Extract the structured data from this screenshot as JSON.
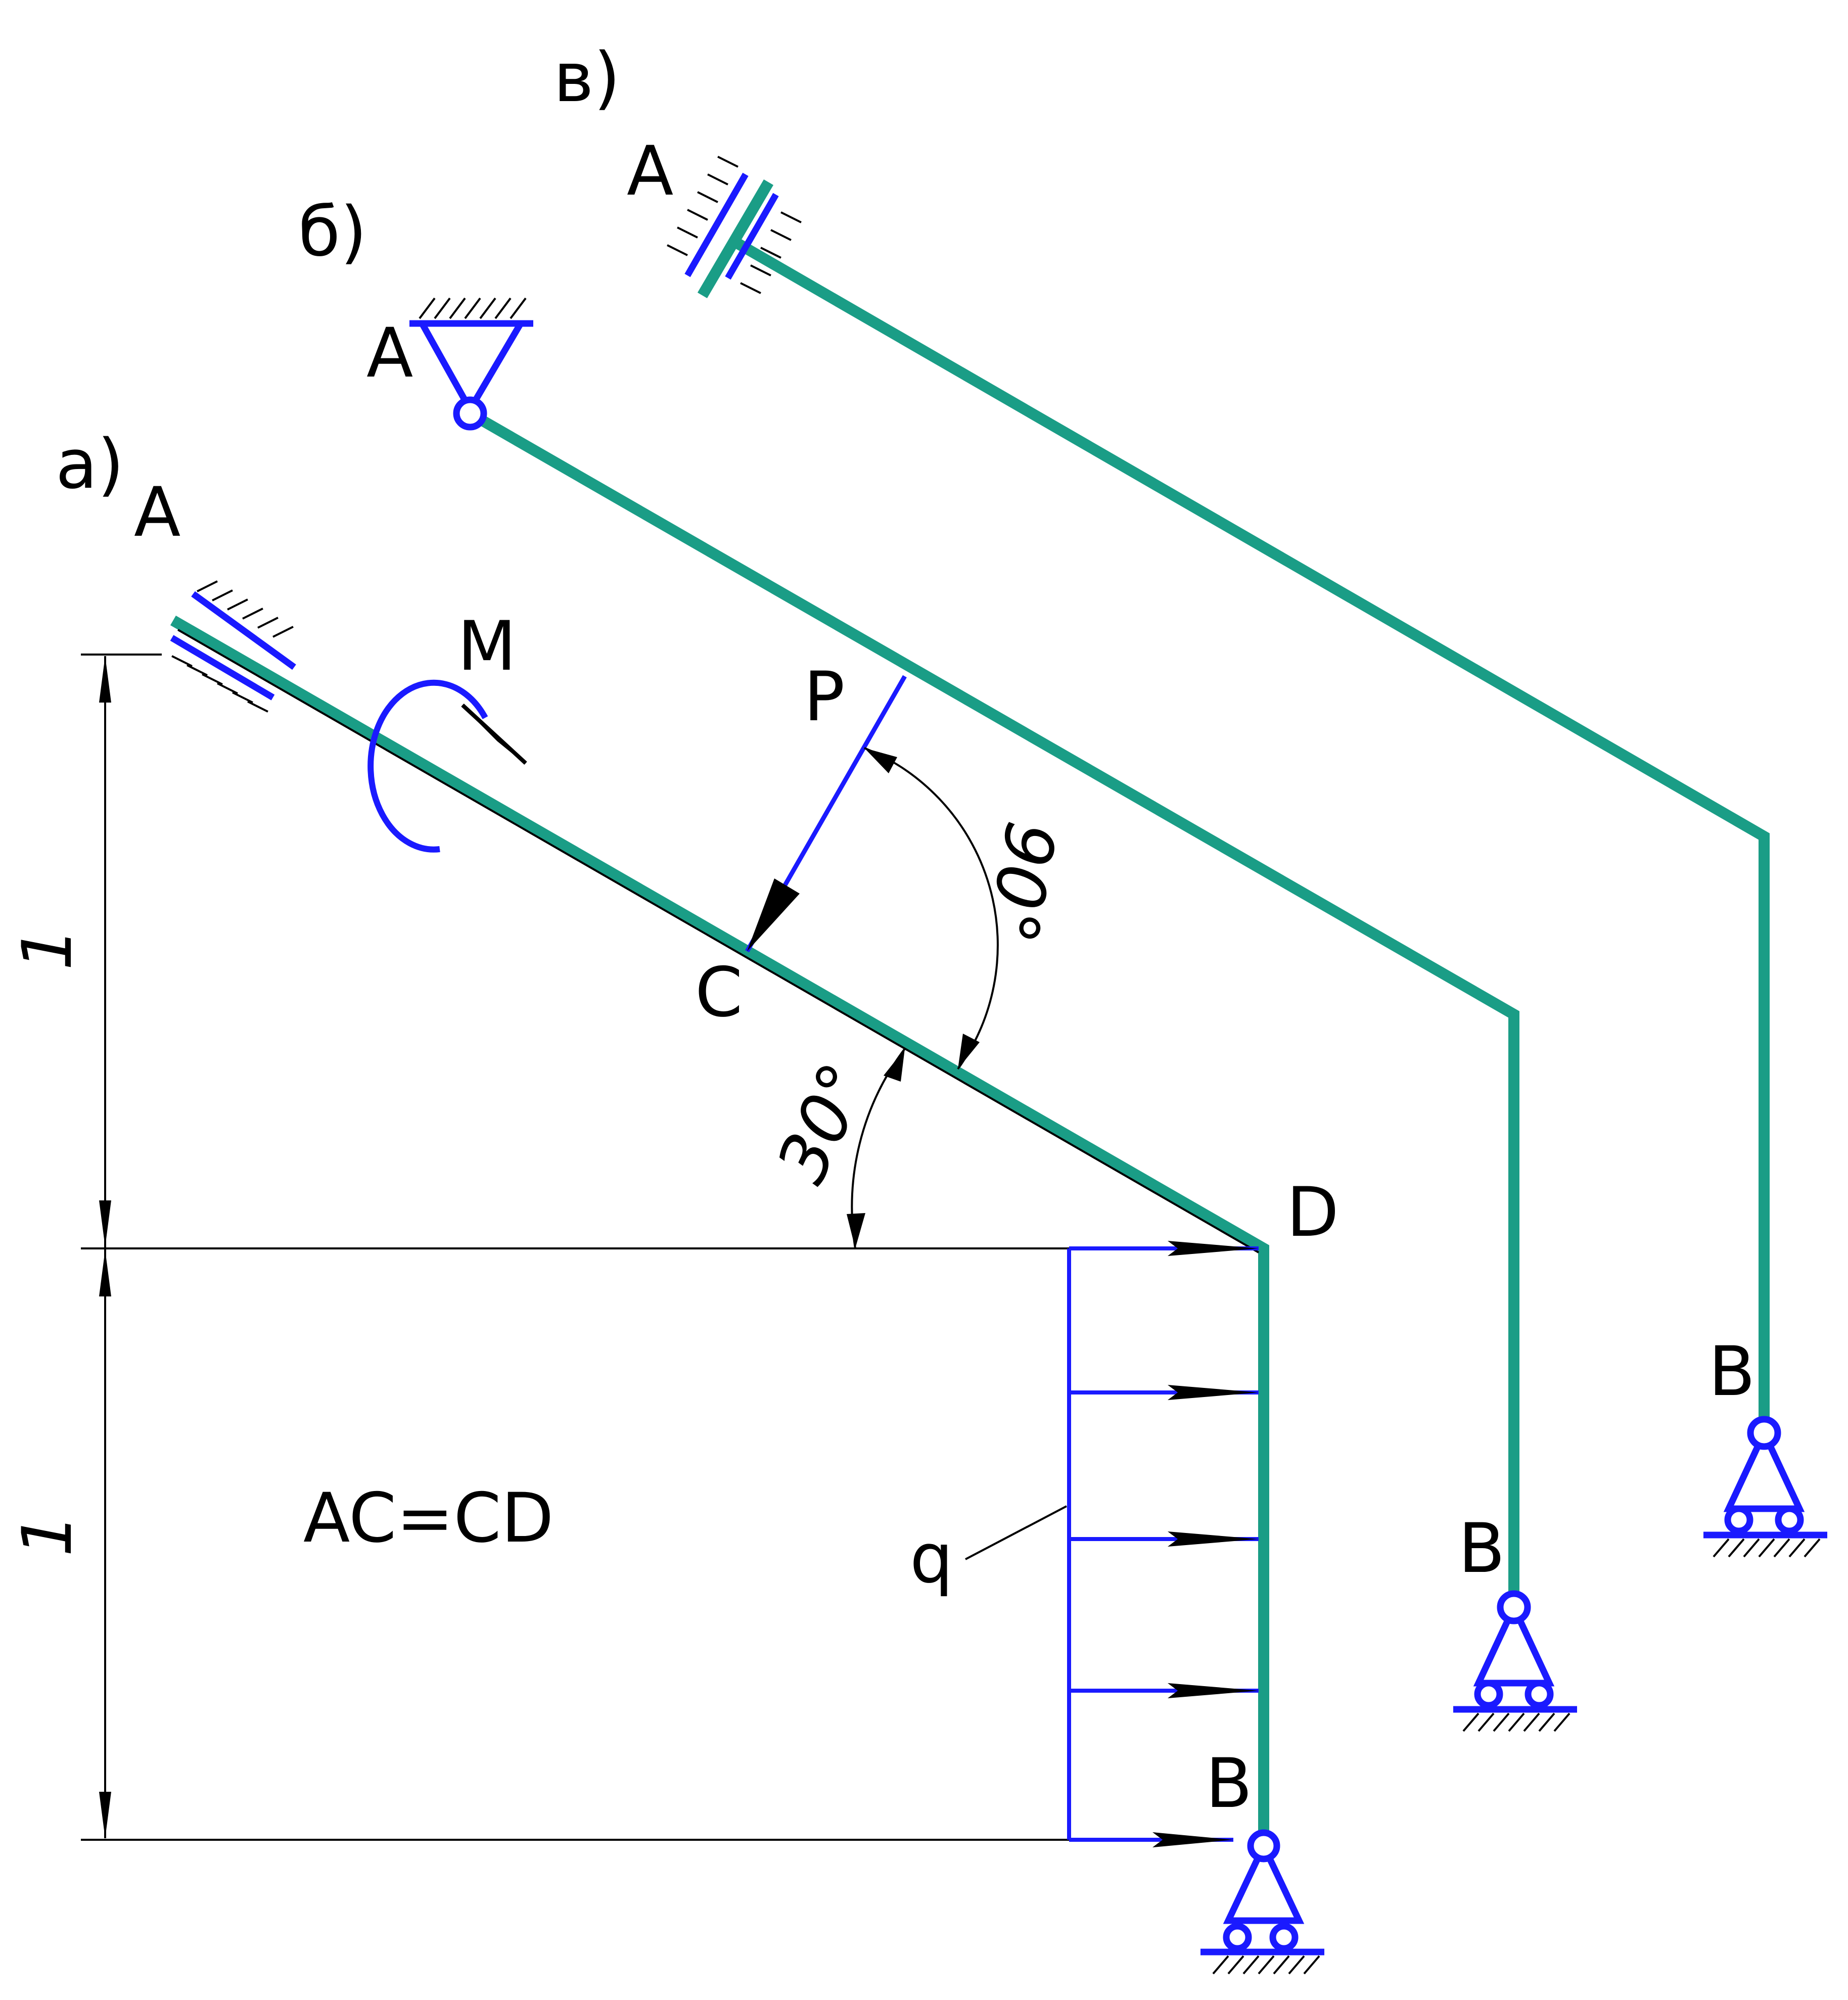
{
  "labels": {
    "variant_a": "а)",
    "variant_b": "б)",
    "variant_v": "в)",
    "a_point_A": "A",
    "b_point_A": "A",
    "v_point_A": "A",
    "moment": "M",
    "force": "P",
    "point_C": "C",
    "point_D": "D",
    "a_point_B": "B",
    "b_point_B": "B",
    "v_point_B": "B",
    "load_q": "q",
    "angle_90": "90°",
    "angle_30": "30°",
    "dim_upper": "1",
    "dim_lower": "1",
    "condition": "AC=CD"
  },
  "colors": {
    "beam": "#1a9d86",
    "support": "#1a1aff",
    "dimension": "#000000"
  }
}
